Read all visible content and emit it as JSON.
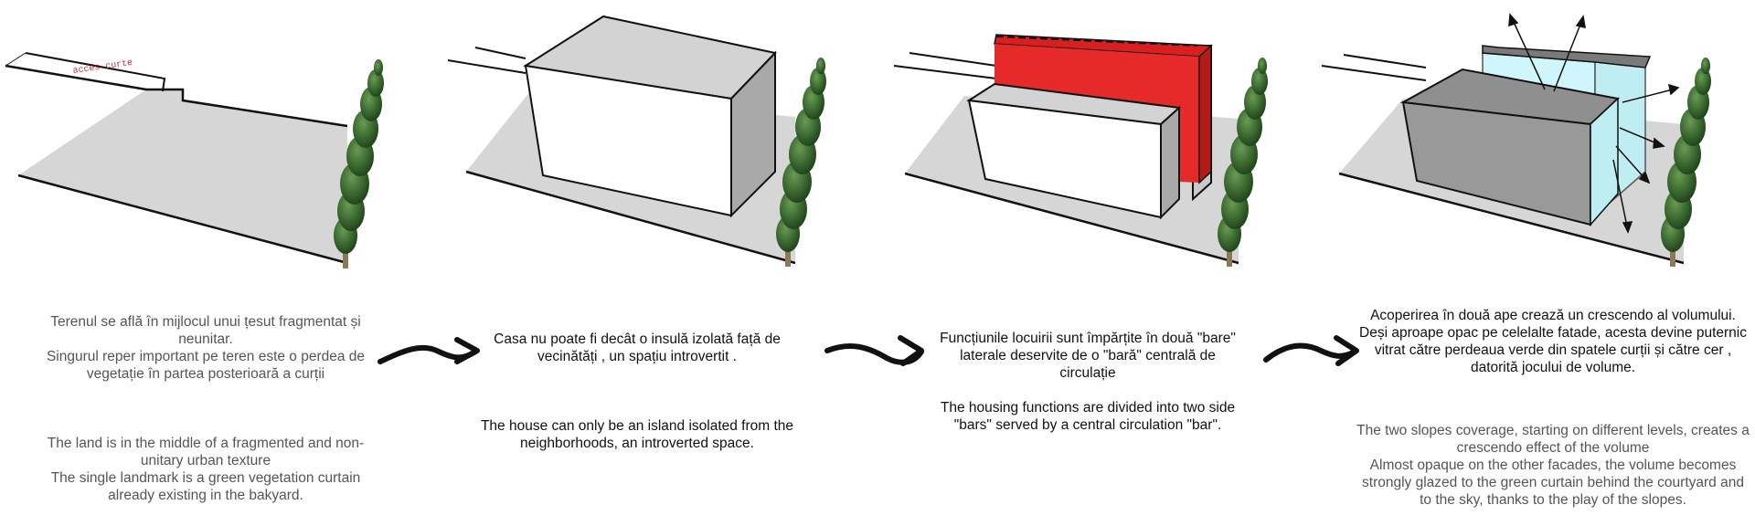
{
  "steps": [
    {
      "ro": "Terenul se află  în mijlocul unui țesut fragmentat și neunitar.\nSingurul reper important pe teren este o perdea de vegetație în partea posterioară a curții",
      "en": "The land is in the middle of a fragmented and non-unitary urban texture\nThe single landmark is  a green vegetation curtain  already existing in the bakyard."
    },
    {
      "ro": "Casa nu poate fi decât o insulă izolată față de vecinătăți , un spațiu introvertit .",
      "en": "The house can only be an island isolated from the neighborhoods, an introverted space."
    },
    {
      "ro": "Funcțiunile locuirii sunt împărțite în două \"bare\" laterale deservite de o \"bară\" centrală de circulație",
      "en": "The housing functions are divided into two side \"bars\" served by a central circulation \"bar\"."
    },
    {
      "ro": "Acoperirea în două ape crează un crescendo al volumului.\nDeși aproape opac pe celelalte fatade, acesta devine puternic vitrat către perdeaua verde din spatele curții și către cer , datorită jocului de volume.",
      "en": "The two slopes coverage, starting on different levels, creates a crescendo effect of the volume\nAlmost opaque on the other facades, the volume becomes strongly glazed to the green curtain behind the courtyard and to the sky, thanks to the play of the slopes."
    }
  ],
  "site_label": "acces curte",
  "colors": {
    "ground": "#d6d6d6",
    "white_volume": "#ffffff",
    "grey_side": "#a9a9a9",
    "red_bar": "#e62a2a",
    "red_top": "#d82020",
    "glass": "#cff6fb",
    "roof_grey": "#8f8f8f",
    "tree": "#2f5a26",
    "label_red": "#cc3333"
  }
}
